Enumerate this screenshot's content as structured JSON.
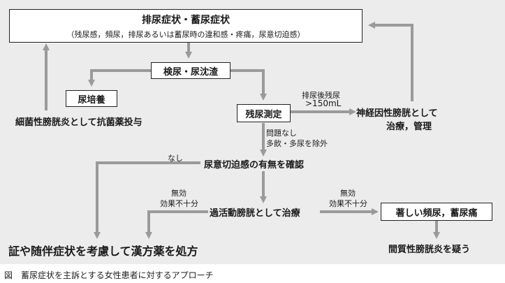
{
  "boxes": {
    "top_title": "排尿症状・蓄尿症状",
    "top_sub": "（残尿感，頻尿，排尿あるいは蓄尿時の違和感・疼痛，尿意切迫感）",
    "urinalysis": "検尿・尿沈渣",
    "urine_culture": "尿培養",
    "residual_urine": "残尿測定",
    "severe": "著しい頻尿，蓄尿痛"
  },
  "labels": {
    "antibiotics": "細菌性膀胱炎として抗菌薬投与",
    "neuro_line1": "神経因性膀胱として",
    "neuro_line2": "治療，管理",
    "post_void_line1": "排尿後残尿",
    "post_void_line2": ">150mL",
    "no_problem_line1": "問題なし",
    "no_problem_line2": "多飲・多尿を除外",
    "none": "なし",
    "urgency_check": "尿意切迫感の有無を確認",
    "invalid1_line1": "無効",
    "invalid1_line2": "効果不十分",
    "oab": "過活動膀胱として治療",
    "invalid2_line1": "無効",
    "invalid2_line2": "効果不十分",
    "kampo": "証や随伴症状を考慮して漢方薬を処方",
    "ic": "間質性膀胱炎を疑う"
  },
  "caption": "図　蓄尿症状を主訴とする女性患者に対するアプローチ",
  "colors": {
    "arrow": "#9a9a9a",
    "background": "#ececec",
    "box_border": "#222222"
  }
}
